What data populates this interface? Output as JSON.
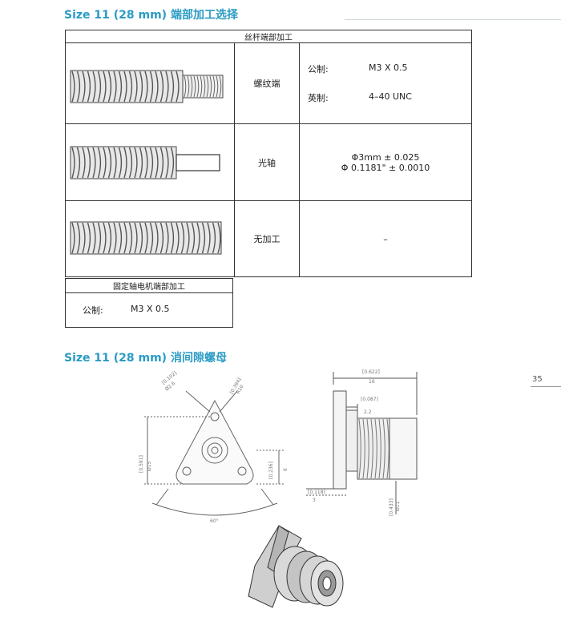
{
  "section1": {
    "title": "Size 11 (28 mm) 端部加工选择"
  },
  "table": {
    "header": "丝杆端部加工",
    "rows": [
      {
        "label": "螺纹端",
        "specs": [
          {
            "k": "公制:",
            "v": "M3 X 0.5"
          },
          {
            "k": "英制:",
            "v": "4–40 UNC"
          }
        ]
      },
      {
        "label": "光轴",
        "lines": [
          "Φ3mm ± 0.025",
          "Φ 0.1181\"  ± 0.0010"
        ]
      },
      {
        "label": "无加工",
        "dash": "–"
      }
    ]
  },
  "small_table": {
    "header": "固定轴电机端部加工",
    "k": "公制:",
    "v": "M3 X 0.5"
  },
  "section2": {
    "title": "Size 11 (28 mm) 消间隙螺母"
  },
  "page_number": "35",
  "drawing": {
    "front": {
      "d1_top": "[0.102]",
      "d1_bot": "Ø2.6",
      "d2_top": "[0.394]",
      "d2_bot": "R10",
      "d3_top": "[0.591]",
      "d3_bot": "Ø15",
      "d4_top": "[0.236]",
      "d4_bot": "6",
      "angle": "60°"
    },
    "side": {
      "d1_top": "[0.622]",
      "d1_bot": "16",
      "d2_top": "[0.087]",
      "d2_bot": "2.2",
      "d3_top": "[0.118]",
      "d3_bot": "3",
      "d4_top": "[0.433]",
      "d4_bot": "Ø11"
    }
  }
}
